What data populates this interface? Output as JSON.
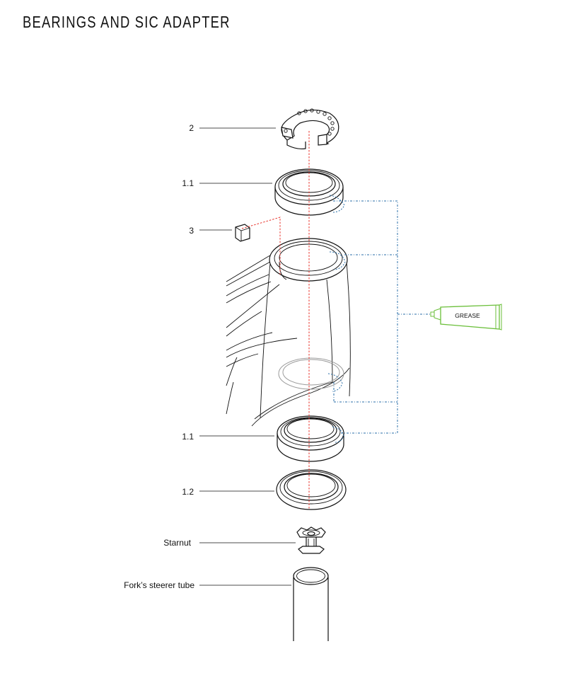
{
  "title": "BEARINGS AND SIC ADAPTER",
  "labels": {
    "part_2": "2",
    "part_1_1_top": "1.1",
    "part_3": "3",
    "part_1_1_bottom": "1.1",
    "part_1_2": "1.2",
    "starnut": "Starnut",
    "steerer_tube": "Fork’s steerer tube"
  },
  "grease": {
    "label": "GREASE",
    "color": "#6bbf3a"
  },
  "colors": {
    "axis_line": "#e8322a",
    "grease_guide": "#2b6fa8"
  }
}
